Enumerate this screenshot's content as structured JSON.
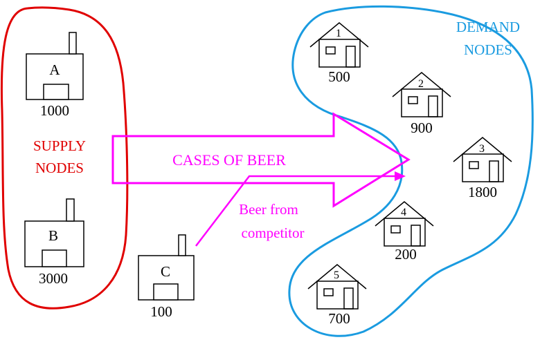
{
  "colors": {
    "supply": "#e00000",
    "demand": "#1a9be0",
    "flow": "#ff00ff",
    "ink": "#000000"
  },
  "supply_region": {
    "label_line1": "SUPPLY",
    "label_line2": "NODES"
  },
  "demand_region": {
    "label_line1": "DEMAND",
    "label_line2": "NODES"
  },
  "flow_arrow": {
    "label": "CASES OF BEER"
  },
  "competitor_arrow": {
    "label_line1": "Beer from",
    "label_line2": "competitor"
  },
  "factories": [
    {
      "id": "A",
      "label": "A",
      "supply": "1000"
    },
    {
      "id": "B",
      "label": "B",
      "supply": "3000"
    },
    {
      "id": "C",
      "label": "C",
      "supply": "100"
    }
  ],
  "houses": [
    {
      "id": "1",
      "label": "1",
      "demand": "500"
    },
    {
      "id": "2",
      "label": "2",
      "demand": "900"
    },
    {
      "id": "3",
      "label": "3",
      "demand": "1800"
    },
    {
      "id": "4",
      "label": "4",
      "demand": "200"
    },
    {
      "id": "5",
      "label": "5",
      "demand": "700"
    }
  ]
}
